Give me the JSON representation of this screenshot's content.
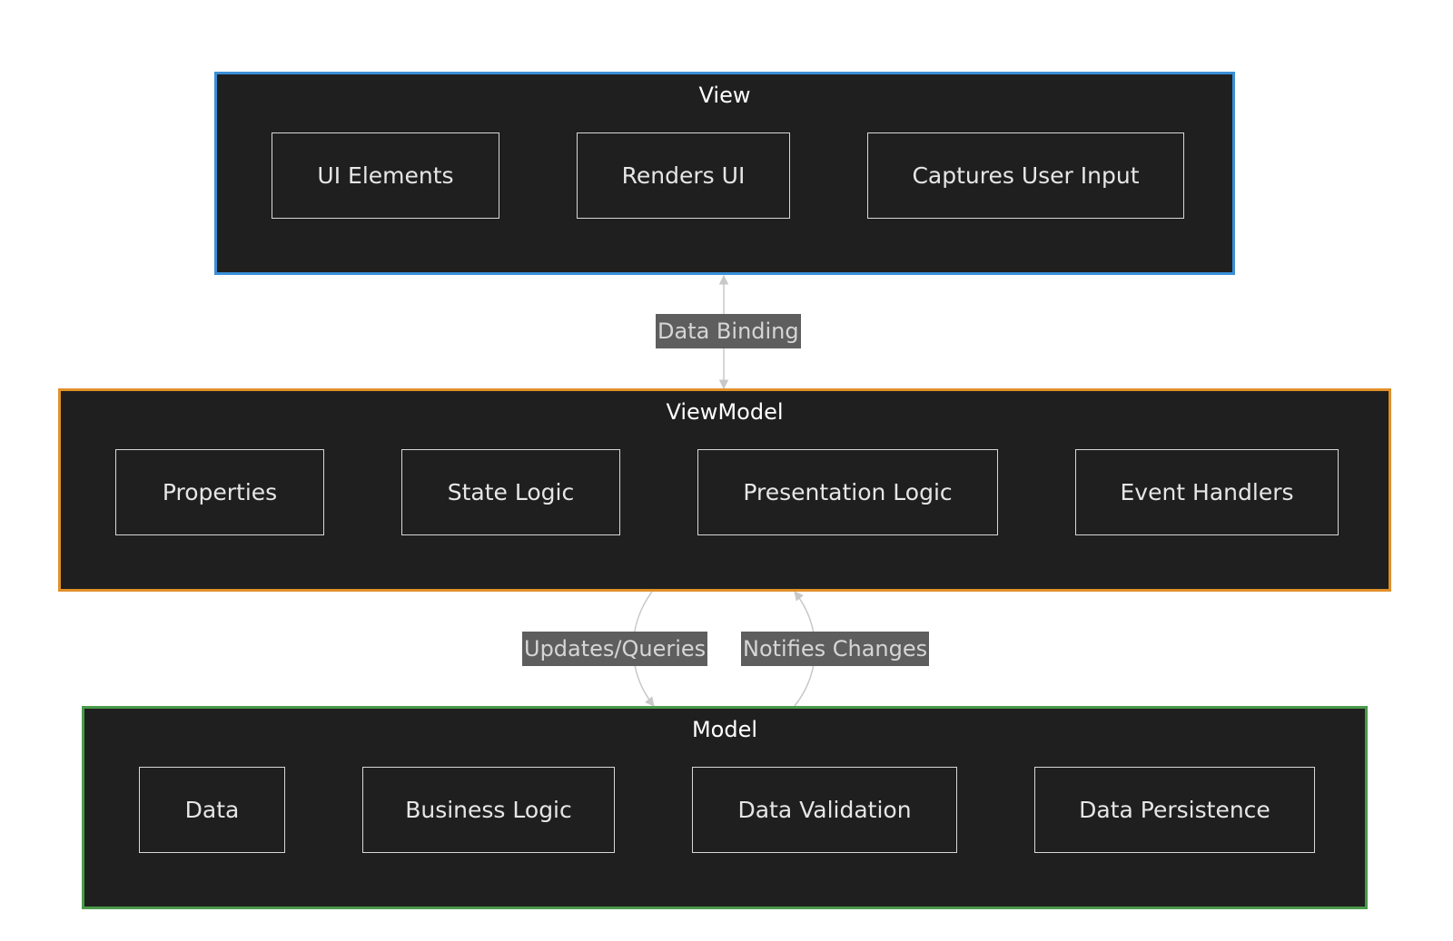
{
  "colors": {
    "background": "#ffffff",
    "group_fill": "#1f1f1f",
    "view_border": "#3a8fd8",
    "viewmodel_border": "#e0902a",
    "model_border": "#4a9a4a",
    "edge": "#c8c8c8",
    "edge_label_bg": "#5e5e5e"
  },
  "groups": {
    "view": {
      "title": "View",
      "nodes": [
        "UI Elements",
        "Renders UI",
        "Captures User Input"
      ]
    },
    "viewmodel": {
      "title": "ViewModel",
      "nodes": [
        "Properties",
        "State Logic",
        "Presentation Logic",
        "Event Handlers"
      ]
    },
    "model": {
      "title": "Model",
      "nodes": [
        "Data",
        "Business Logic",
        "Data Validation",
        "Data Persistence"
      ]
    }
  },
  "edges": {
    "view_viewmodel": {
      "label": "Data Binding",
      "direction": "bidirectional"
    },
    "viewmodel_to_model": {
      "label": "Updates/Queries",
      "direction": "viewmodel-to-model"
    },
    "model_to_viewmodel": {
      "label": "Notifies Changes",
      "direction": "model-to-viewmodel"
    }
  }
}
